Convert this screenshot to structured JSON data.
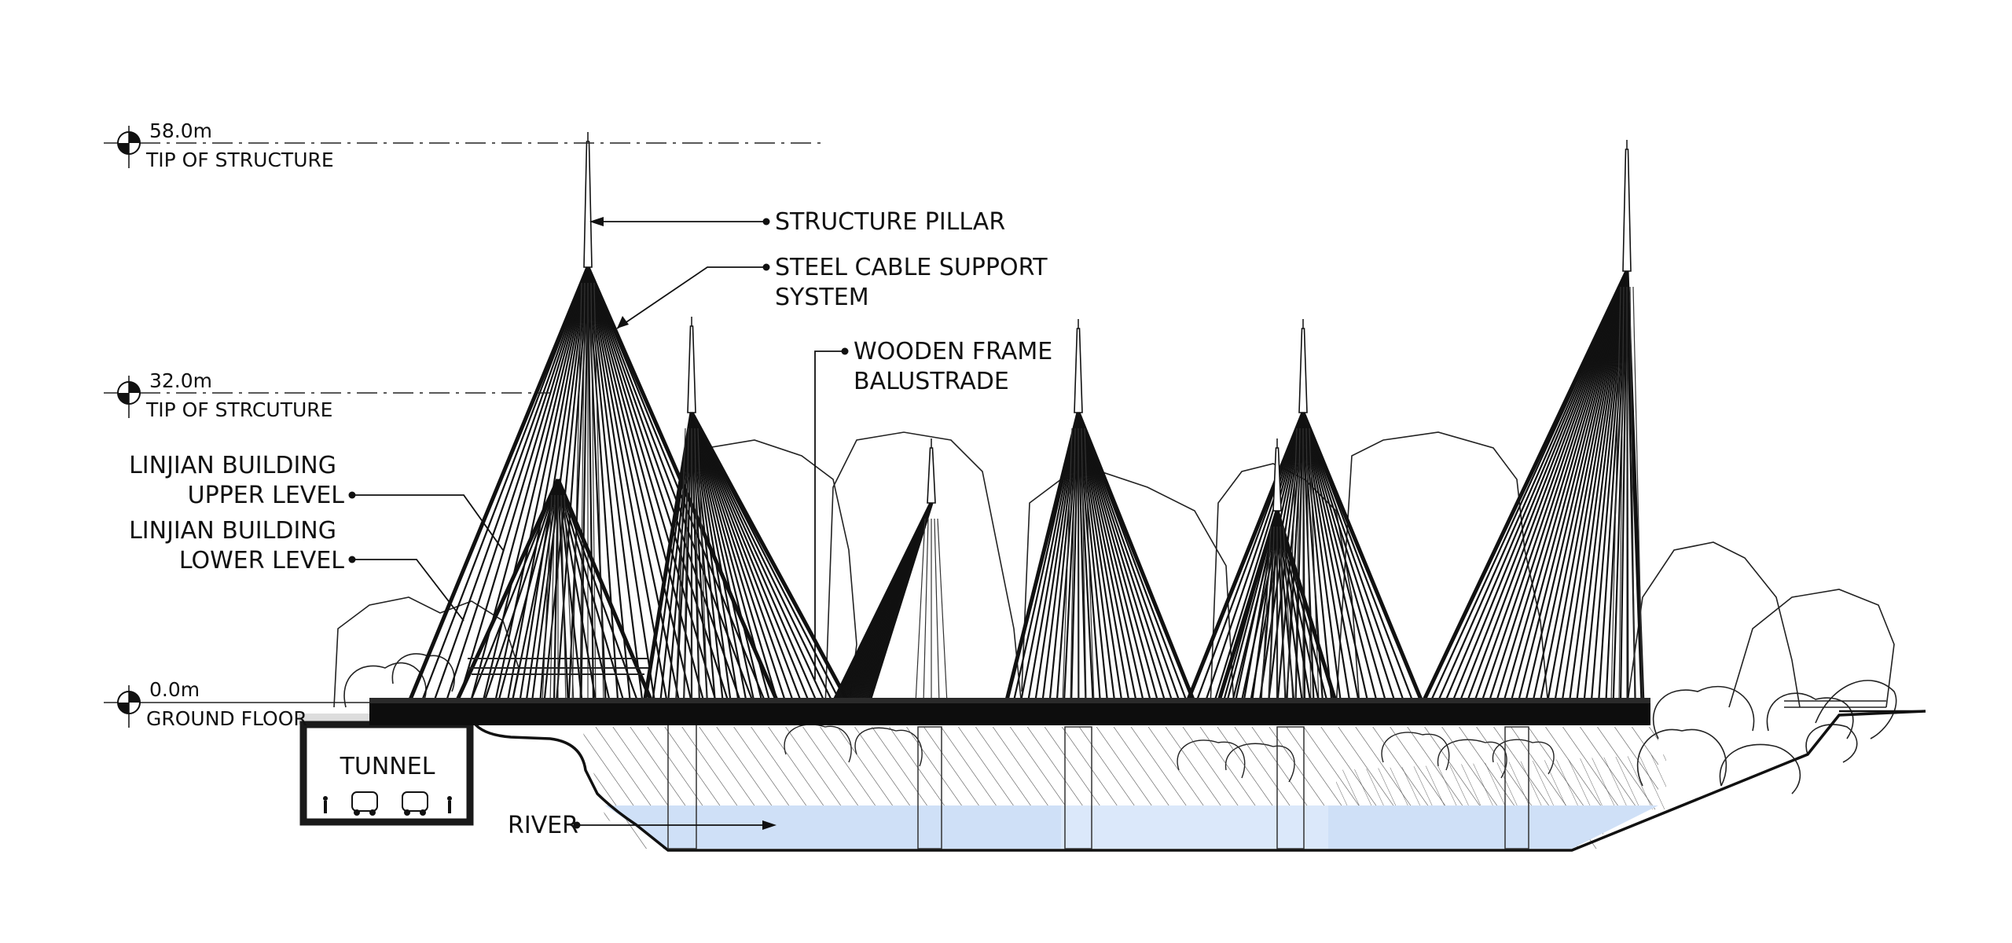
{
  "levels": [
    {
      "value": "58.0m",
      "caption": "TIP OF STRUCTURE"
    },
    {
      "value": "32.0m",
      "caption": "TIP OF STRCUTURE"
    },
    {
      "value": "0.0m",
      "caption": "GROUND FLOOR"
    }
  ],
  "labels": {
    "structure_pillar": "STRUCTURE PILLAR",
    "steel_cable_1": "STEEL CABLE SUPPORT",
    "steel_cable_2": "SYSTEM",
    "wooden_frame_1": "WOODEN FRAME",
    "wooden_frame_2": "BALUSTRADE",
    "upper_1": "LINJIAN  BUILDING",
    "upper_2": "UPPER LEVEL",
    "lower_1": "LINJIAN BUILDING",
    "lower_2": "LOWER LEVEL",
    "tunnel": "TUNNEL",
    "river": "RIVER"
  },
  "colors": {
    "ink": "#111111",
    "water": "#cfe0f7",
    "tunnel_wall": "#1a1a1a"
  }
}
